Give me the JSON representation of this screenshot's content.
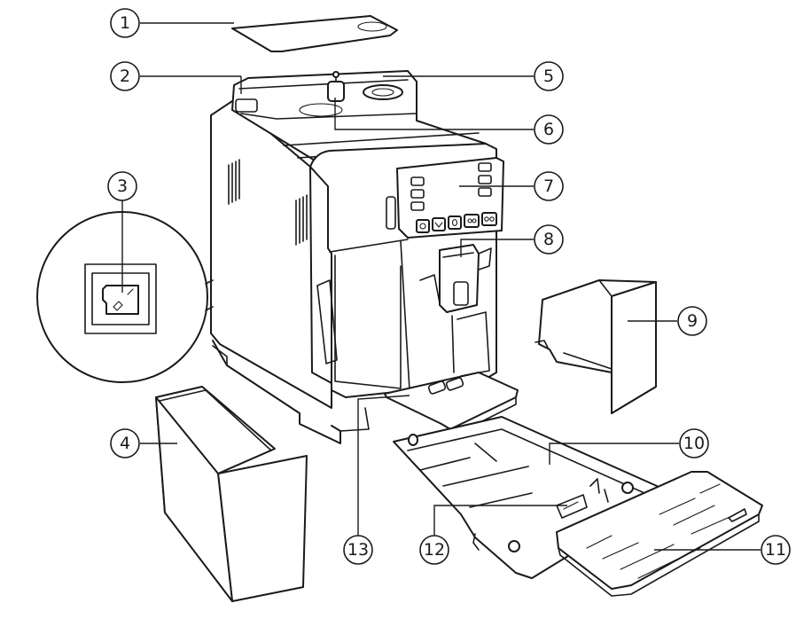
{
  "callouts": [
    {
      "id": "callout-1",
      "label": "1"
    },
    {
      "id": "callout-2",
      "label": "2"
    },
    {
      "id": "callout-3",
      "label": "3"
    },
    {
      "id": "callout-4",
      "label": "4"
    },
    {
      "id": "callout-5",
      "label": "5"
    },
    {
      "id": "callout-6",
      "label": "6"
    },
    {
      "id": "callout-7",
      "label": "7"
    },
    {
      "id": "callout-8",
      "label": "8"
    },
    {
      "id": "callout-9",
      "label": "9"
    },
    {
      "id": "callout-10",
      "label": "10"
    },
    {
      "id": "callout-11",
      "label": "11"
    },
    {
      "id": "callout-12",
      "label": "12"
    },
    {
      "id": "callout-13",
      "label": "13"
    }
  ],
  "colors": {
    "line": "#1a1a1a",
    "background": "#ffffff"
  },
  "icons": [
    "power-icon",
    "heart-icon",
    "bean-icon",
    "cups-icon",
    "infinity-icon"
  ]
}
